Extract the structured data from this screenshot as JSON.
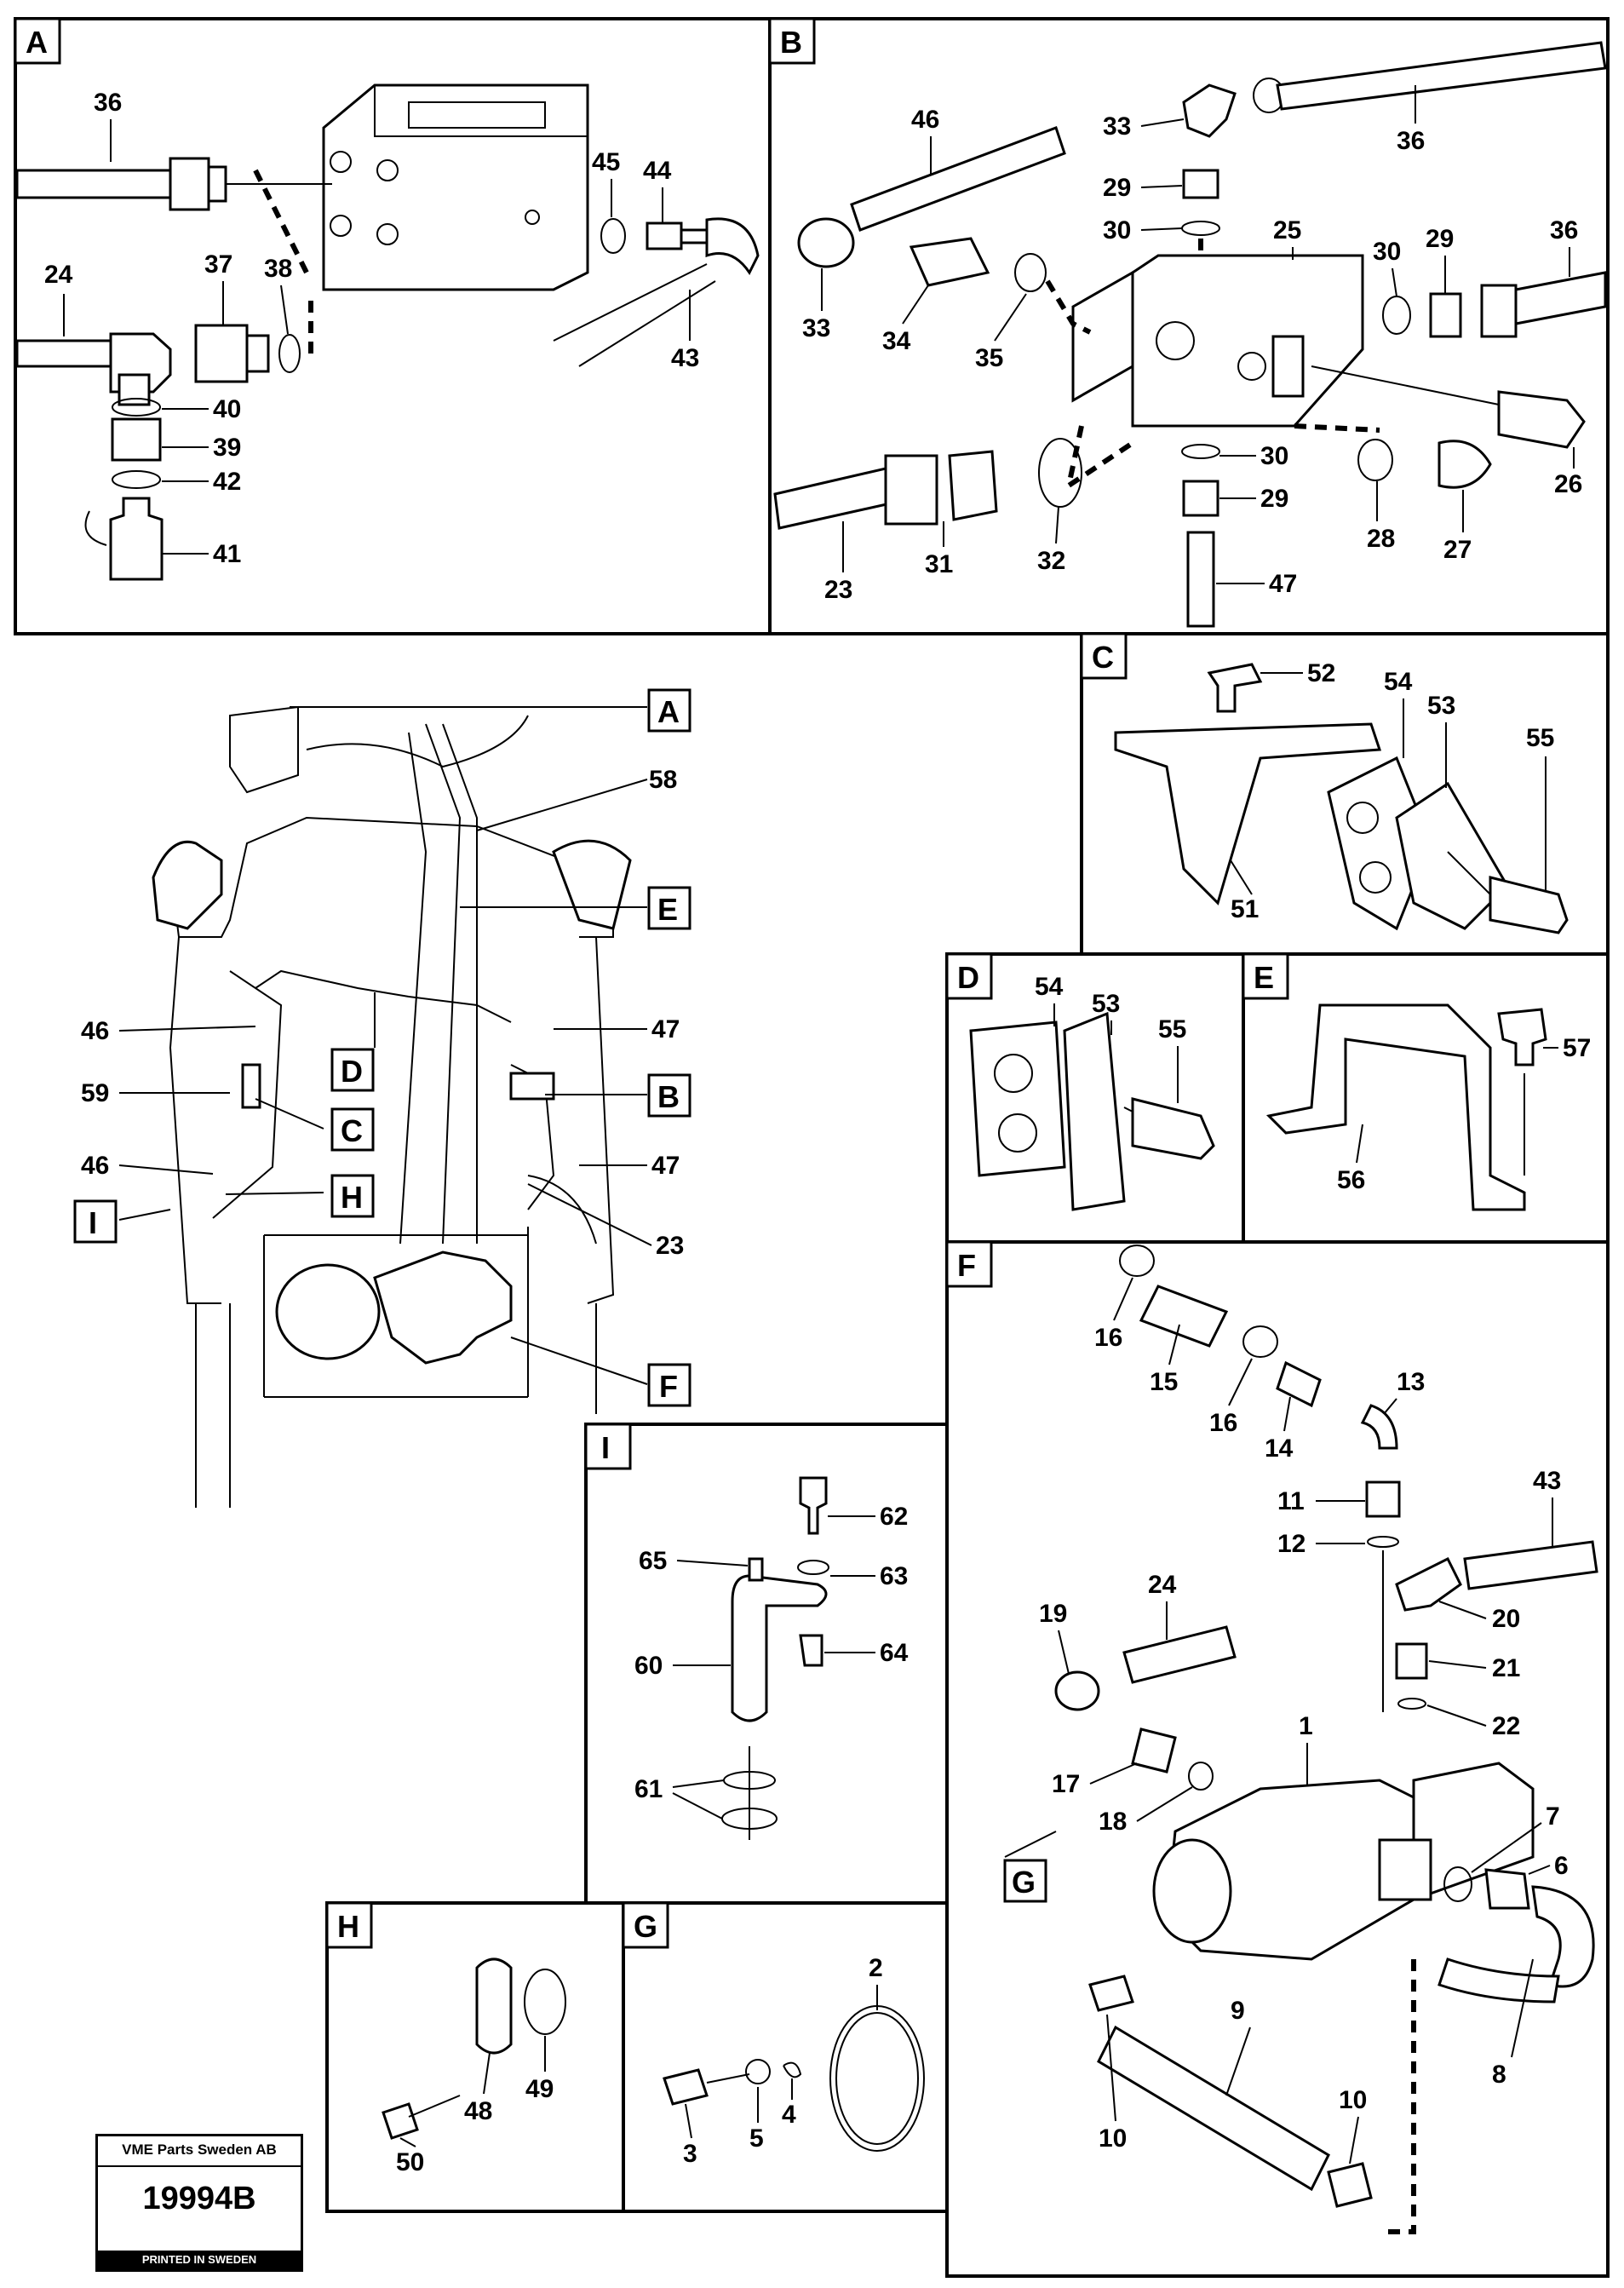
{
  "panels": {
    "A": "A",
    "B": "B",
    "C": "C",
    "D": "D",
    "E": "E",
    "F": "F",
    "G": "G",
    "H": "H",
    "I": "I"
  },
  "overview_callouts": [
    "A",
    "E",
    "D",
    "C",
    "B",
    "H",
    "I",
    "F",
    "G"
  ],
  "labels": {
    "panel_a": [
      "36",
      "24",
      "37",
      "38",
      "45",
      "44",
      "43",
      "40",
      "39",
      "42",
      "41"
    ],
    "panel_b": [
      "46",
      "33",
      "36",
      "29",
      "30",
      "25",
      "30",
      "29",
      "36",
      "33",
      "34",
      "35",
      "26",
      "30",
      "29",
      "28",
      "27",
      "23",
      "31",
      "32",
      "47"
    ],
    "panel_c": [
      "52",
      "54",
      "53",
      "55",
      "51"
    ],
    "panel_d": [
      "54",
      "53",
      "55"
    ],
    "panel_e": [
      "57",
      "56"
    ],
    "panel_f": [
      "16",
      "15",
      "16",
      "14",
      "13",
      "11",
      "12",
      "43",
      "24",
      "19",
      "20",
      "21",
      "22",
      "17",
      "18",
      "1",
      "7",
      "6",
      "9",
      "8",
      "10",
      "10"
    ],
    "panel_g": [
      "2",
      "3",
      "5",
      "4"
    ],
    "panel_h": [
      "48",
      "49",
      "50"
    ],
    "panel_i": [
      "62",
      "65",
      "63",
      "60",
      "64",
      "61"
    ],
    "overview": [
      "58",
      "46",
      "59",
      "46",
      "47",
      "47",
      "23"
    ]
  },
  "stamp": {
    "company": "VME Parts Sweden AB",
    "number": "19994B",
    "printed": "PRINTED IN SWEDEN"
  }
}
